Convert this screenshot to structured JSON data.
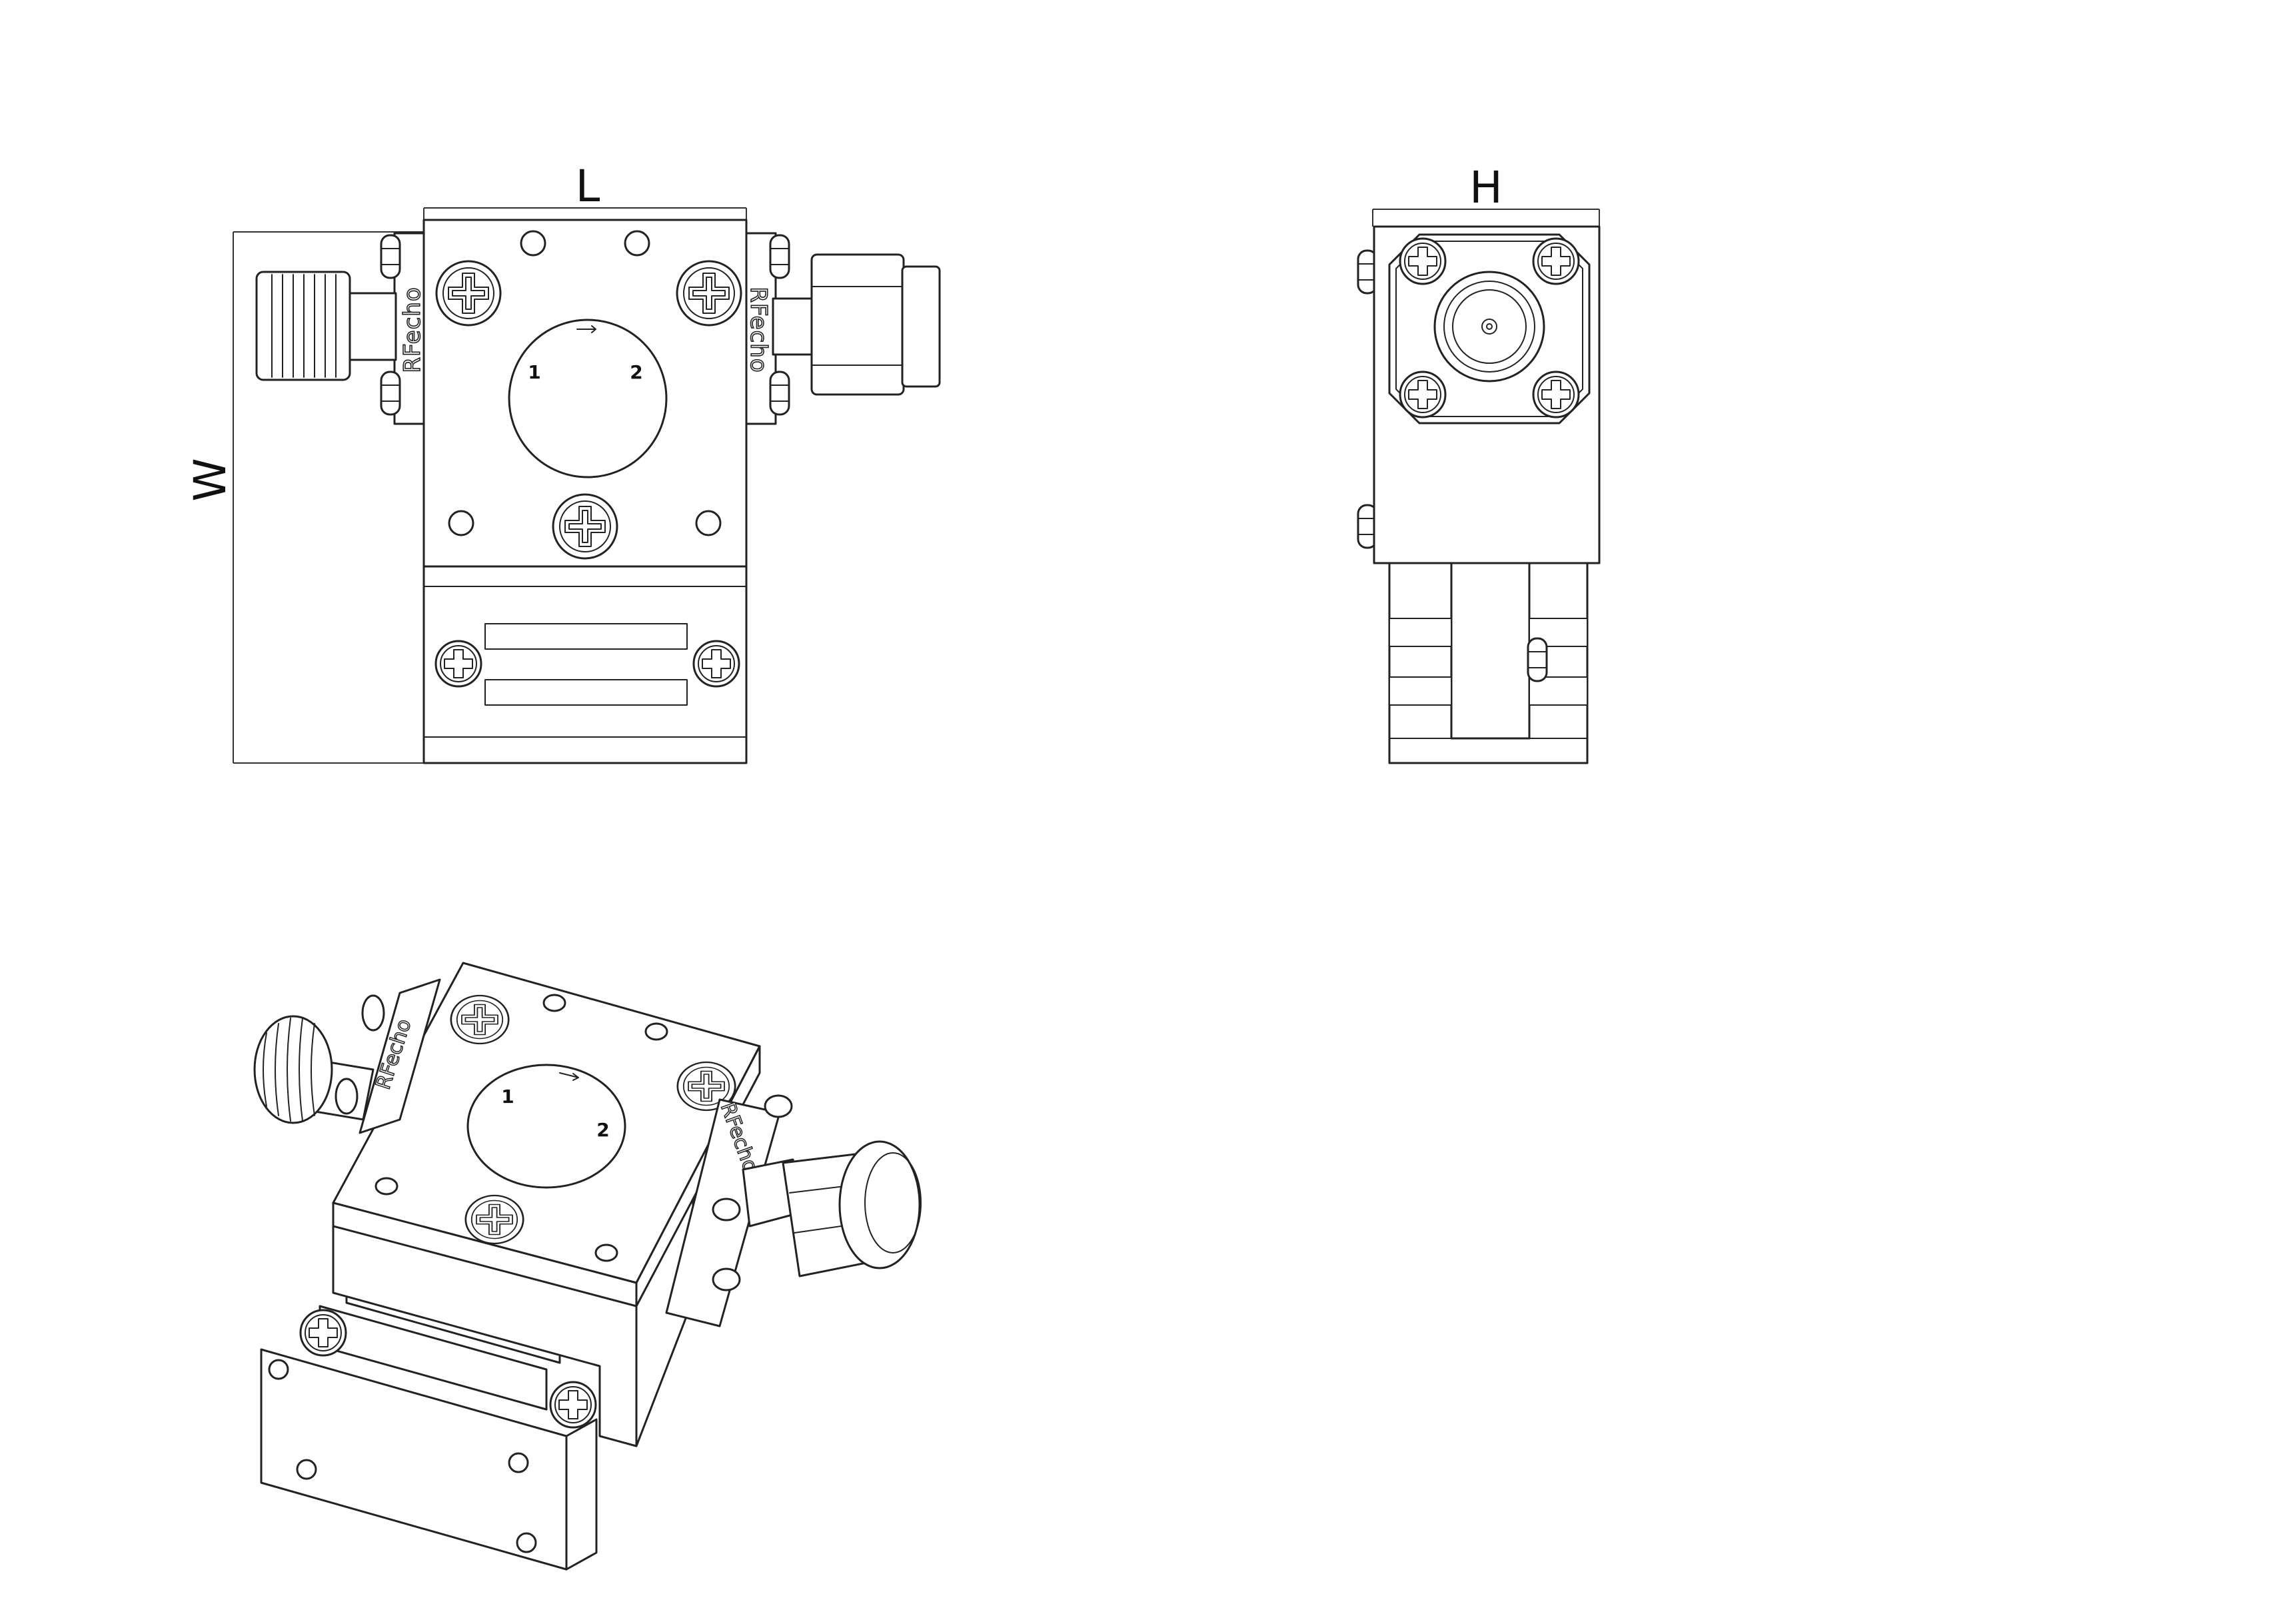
{
  "dimensions": {
    "length_label": "L",
    "width_label": "W",
    "height_label": "H"
  },
  "ports": {
    "port1_label": "1",
    "port2_label": "2"
  },
  "brand": {
    "left_marking": "RFecho",
    "right_marking": "RFecho"
  },
  "icons": {
    "screw": "phillips-screw-icon",
    "flow_arrow": "arrow-right-icon",
    "connector_female": "threaded-connector-icon",
    "connector_male": "hex-nut-connector-icon"
  },
  "colors": {
    "line": "#222222",
    "background": "#ffffff"
  }
}
